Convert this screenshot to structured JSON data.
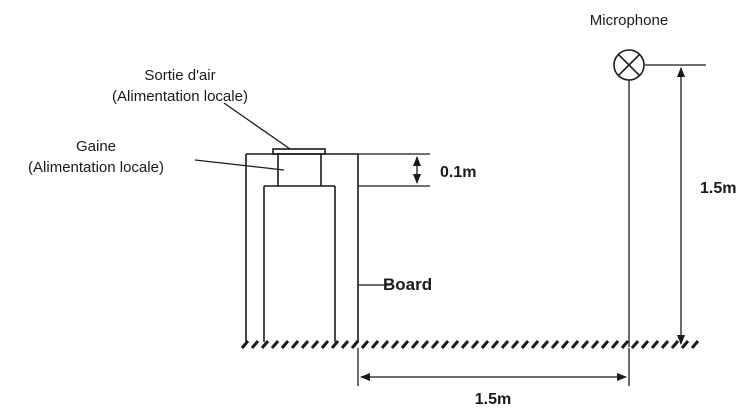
{
  "labels": {
    "microphone": "Microphone",
    "air_outlet_line1": "Sortie d'air",
    "air_outlet_line2": "(Alimentation locale)",
    "duct_line1": "Gaine",
    "duct_line2": "(Alimentation locale)",
    "board": "Board"
  },
  "dimensions": {
    "outlet_gap": "0.1m",
    "mic_height": "1.5m",
    "mic_distance": "1.5m"
  },
  "icons": {
    "microphone": "circle-x-icon",
    "floor": "hatched-ground-icon"
  },
  "colors": {
    "ink": "#1a1a1a",
    "background": "#ffffff"
  }
}
